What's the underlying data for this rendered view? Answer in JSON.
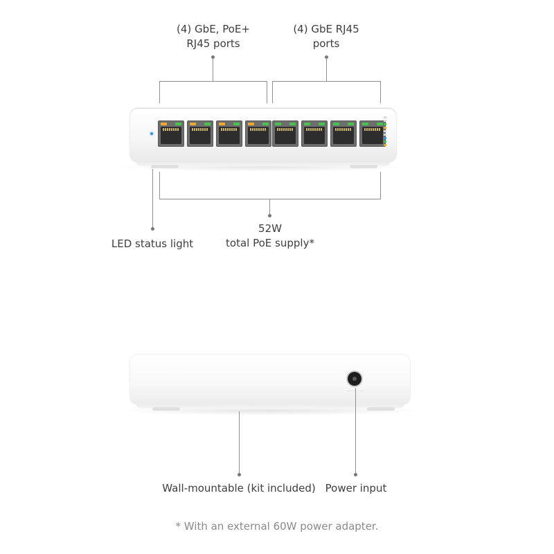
{
  "callouts": {
    "poe_ports": {
      "line1": "(4) GbE, PoE+",
      "line2": "RJ45 ports"
    },
    "gbe_ports": {
      "line1": "(4) GbE RJ45",
      "line2": "ports"
    },
    "led_status": "LED status light",
    "poe_supply": {
      "line1": "52W",
      "line2": "total PoE supply*"
    },
    "wall_mount": "Wall-mountable (kit included)",
    "power_input": "Power input"
  },
  "footnote": "* With an external 60W power adapter.",
  "device": {
    "led_color": "#3b8fe6",
    "ports": [
      {
        "poe": true,
        "led_left": "#f0a830",
        "led_right": "#46c34a"
      },
      {
        "poe": true,
        "led_left": "#f0a830",
        "led_right": "#46c34a"
      },
      {
        "poe": true,
        "led_left": "#f0a830",
        "led_right": "#46c34a"
      },
      {
        "poe": true,
        "led_left": "#f0a830",
        "led_right": "#46c34a"
      },
      {
        "poe": false,
        "led_left": "#46c34a",
        "led_right": "#46c34a"
      },
      {
        "poe": false,
        "led_left": "#46c34a",
        "led_right": "#46c34a"
      },
      {
        "poe": false,
        "led_left": "#46c34a",
        "led_right": "#46c34a"
      },
      {
        "poe": false,
        "led_left": "#46c34a",
        "led_right": "#46c34a"
      }
    ]
  }
}
